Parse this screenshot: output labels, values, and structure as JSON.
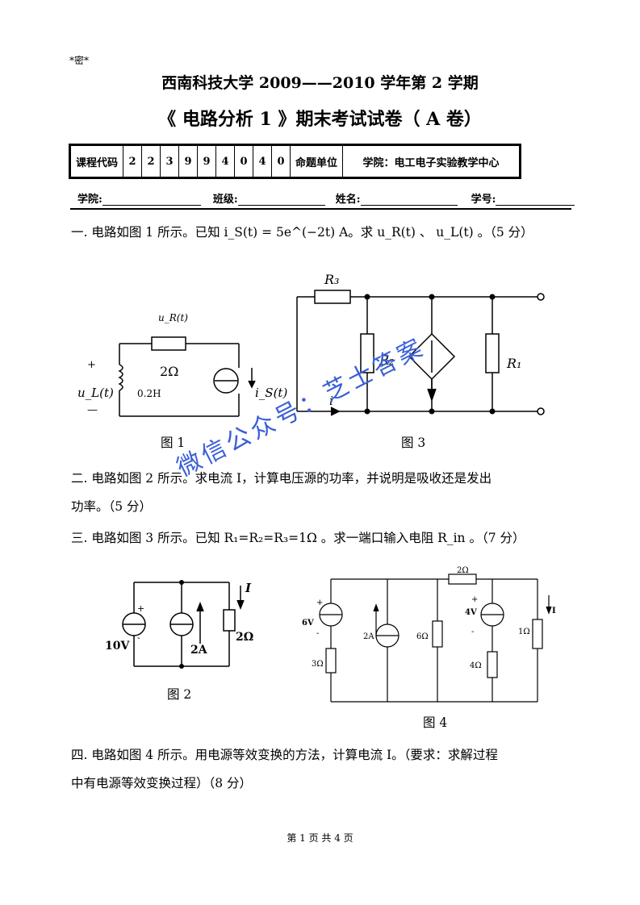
{
  "header": {
    "secret_mark": "*密*",
    "title_line1": "西南科技大学 2009——2010 学年第 2 学期",
    "title_line2": "《 电路分析 1 》期末考试试卷（ A 卷）"
  },
  "info_table": {
    "course_code_label": "课程代码",
    "course_code_digits": [
      "2",
      "2",
      "3",
      "9",
      "9",
      "4",
      "0",
      "4",
      "0"
    ],
    "unit_label": "命题单位",
    "unit_value": "学院：电工电子实验教学中心"
  },
  "student_fields": {
    "college": "学院:",
    "class": "班级:",
    "name": "姓名:",
    "student_id": "学号:"
  },
  "questions": {
    "q1": "一. 电路如图 1 所示。已知 i_S(t) = 5e^(−2t) A。求 u_R(t) 、 u_L(t) 。（5 分）",
    "q2_line1": "二. 电路如图 2 所示。求电流 I，计算电压源的功率，并说明是吸收还是发出",
    "q2_line2": "功率。（5 分）",
    "q3": "三. 电路如图 3 所示。已知 R₁=R₂=R₃=1Ω 。求一端口输入电阻 R_in 。（7 分）",
    "q4_line1": "四. 电路如图 4 所示。用电源等效变换的方法，计算电流 I。（要求：求解过程",
    "q4_line2": "中有电源等效变换过程）（8 分）"
  },
  "figures": {
    "fig1": {
      "caption": "图 1",
      "uR": "u_R(t)",
      "uL": "u_L(t)",
      "res": "2Ω",
      "ind": "0.2H",
      "iS": "i_S(t)",
      "plus": "+",
      "minus": "—"
    },
    "fig2": {
      "caption": "图 2",
      "vs": "10V",
      "is": "2A",
      "res": "2Ω",
      "current": "I",
      "plus": "+",
      "minus": "-"
    },
    "fig3": {
      "caption": "图 3",
      "r1": "R₁",
      "r2": "R₂",
      "r3": "R₃",
      "i": "i"
    },
    "fig4": {
      "caption": "图 4",
      "v6": "6V",
      "v4": "4V",
      "is": "2A",
      "r3": "3Ω",
      "r6": "6Ω",
      "r2": "2Ω",
      "r4": "4Ω",
      "r1": "1Ω",
      "current": "I",
      "plus": "+",
      "minus": "-"
    }
  },
  "watermark": "微信公众号：芝士答案",
  "footer": "第 1 页 共 4 页"
}
